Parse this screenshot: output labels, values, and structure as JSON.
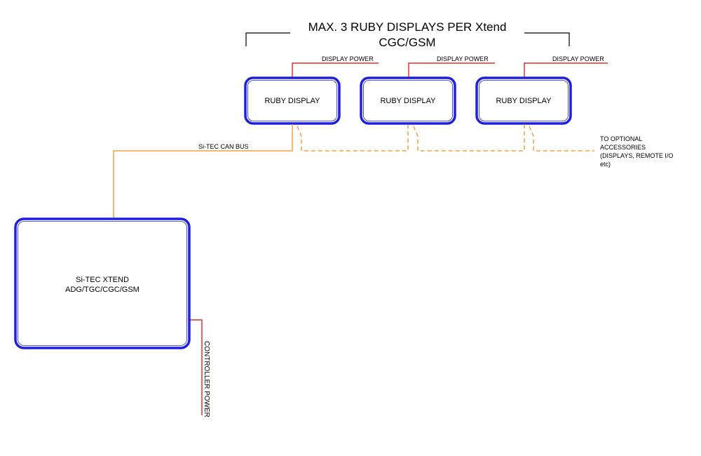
{
  "title": {
    "line1": "MAX. 3 RUBY DISPLAYS PER Xtend",
    "line2": "CGC/GSM"
  },
  "ruby_displays": [
    {
      "label": "RUBY DISPLAY",
      "power_label": "DISPLAY POWER"
    },
    {
      "label": "RUBY DISPLAY",
      "power_label": "DISPLAY POWER"
    },
    {
      "label": "RUBY DISPLAY",
      "power_label": "DISPLAY POWER"
    }
  ],
  "controller": {
    "line1": "Si-TEC XTEND",
    "line2": "ADG/TGC/CGC/GSM",
    "power_label": "CONTROLLER POWER"
  },
  "can_bus_label": "Si-TEC CAN BUS",
  "accessories_note": {
    "line1": "TO OPTIONAL",
    "line2": "ACCESSORIES",
    "line3": "(DISPLAYS, REMOTE I/O",
    "line4": "etc)"
  },
  "colors": {
    "box_outline": "#1f1fe0",
    "power_line": "#e00000",
    "can_bus_line": "#f0a040",
    "bracket_line": "#000000"
  }
}
